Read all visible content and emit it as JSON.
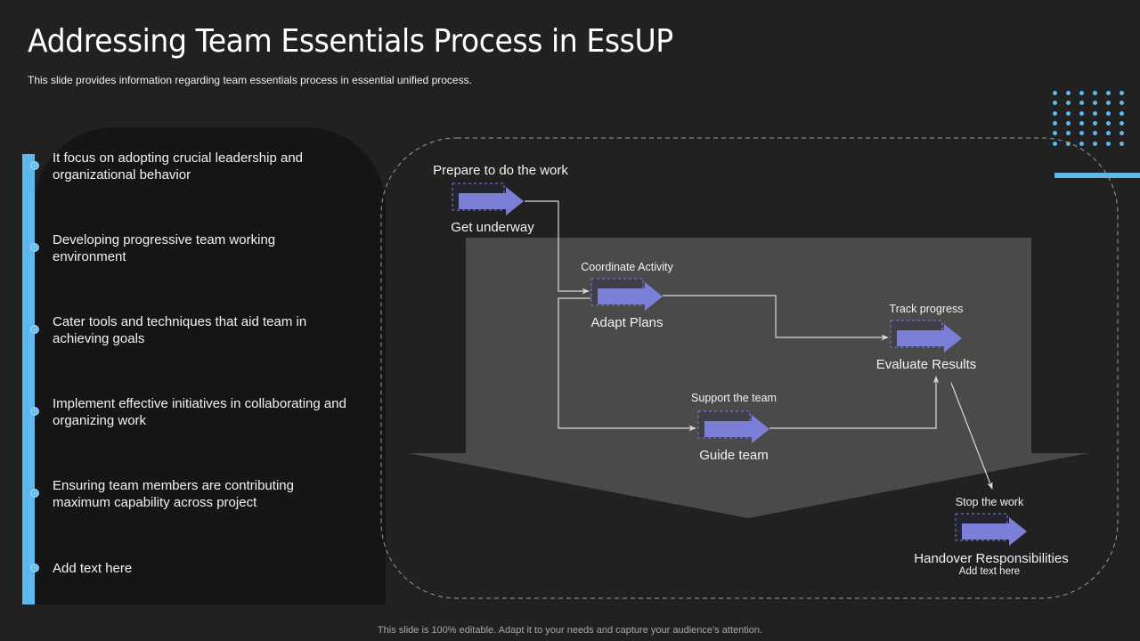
{
  "header": {
    "title": "Addressing Team Essentials Process in EssUP",
    "subtitle": "This slide provides information regarding team essentials process in essential unified process."
  },
  "colors": {
    "background": "#212121",
    "accent_blue": "#5eb8ec",
    "arrow_purple": "#7b7fd8",
    "panel_dark": "#151515",
    "funnel_gray": "#4a4a4a"
  },
  "left_list": {
    "items": [
      {
        "text": "It focus on adopting crucial leadership and organizational behavior"
      },
      {
        "text": "Developing progressive team working environment"
      },
      {
        "text": "Cater tools and techniques that aid team in achieving goals"
      },
      {
        "text": "Implement effective initiatives in collaborating and organizing work"
      },
      {
        "text": "Ensuring team members are contributing maximum capability across project"
      },
      {
        "text": "Add text here"
      }
    ]
  },
  "process": {
    "steps": [
      {
        "id": "get-underway",
        "top_label": "Prepare to do the work",
        "bottom_label": "Get underway",
        "icon": "arrow-right-icon"
      },
      {
        "id": "adapt-plans",
        "top_label": "Coordinate Activity",
        "bottom_label": "Adapt Plans",
        "icon": "arrow-right-icon"
      },
      {
        "id": "evaluate-results",
        "top_label": "Track progress",
        "bottom_label": "Evaluate Results",
        "icon": "arrow-right-icon"
      },
      {
        "id": "guide-team",
        "top_label": "Support the team",
        "bottom_label": "Guide team",
        "icon": "arrow-right-icon"
      },
      {
        "id": "handover",
        "top_label": "Stop the work",
        "bottom_label": "Handover Responsibilities",
        "note": "Add text here",
        "icon": "arrow-right-icon"
      }
    ],
    "connections": [
      {
        "from": "get-underway",
        "to": "adapt-plans"
      },
      {
        "from": "get-underway",
        "to": "guide-team"
      },
      {
        "from": "adapt-plans",
        "to": "evaluate-results"
      },
      {
        "from": "guide-team",
        "to": "evaluate-results"
      },
      {
        "from": "evaluate-results",
        "to": "handover"
      }
    ]
  },
  "footer": {
    "text": "This slide is 100% editable. Adapt it to your needs and capture your audience’s attention."
  }
}
